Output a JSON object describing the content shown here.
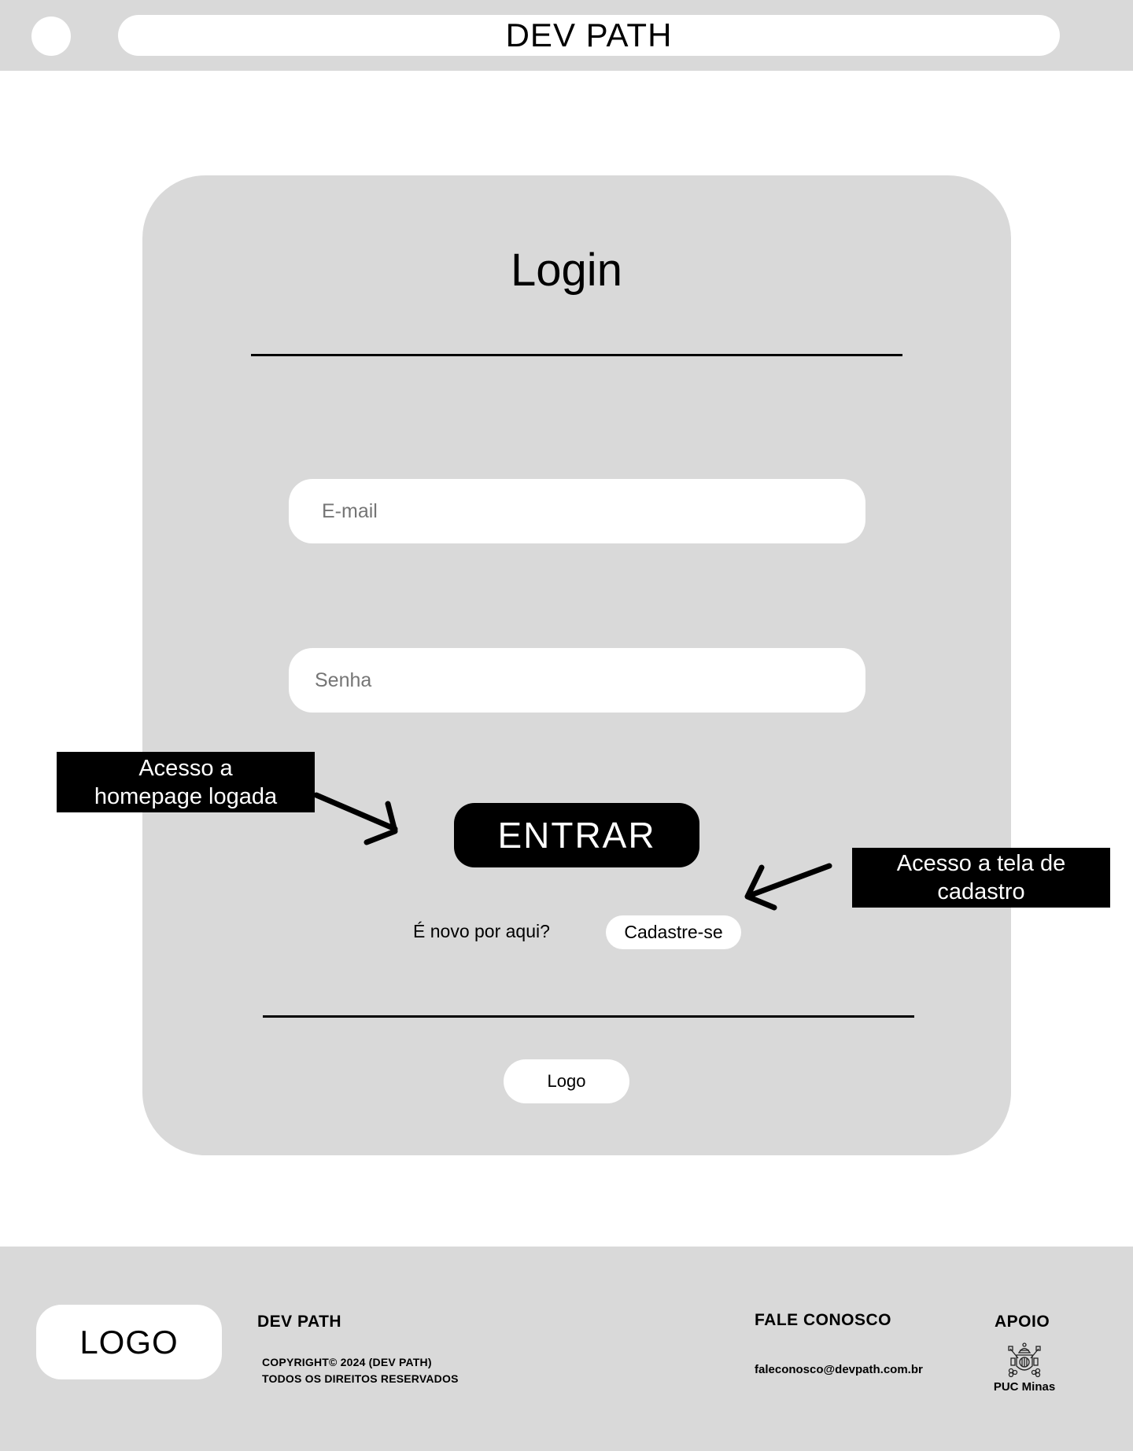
{
  "header": {
    "title": "DEV PATH"
  },
  "login": {
    "title": "Login",
    "email_placeholder": "E-mail",
    "password_placeholder": "Senha",
    "submit_label": "ENTRAR",
    "new_here_text": "É novo por aqui?",
    "signup_label": "Cadastre-se",
    "logo_label": "Logo"
  },
  "annotations": {
    "left": {
      "line1": "Acesso a",
      "line2": "homepage logada"
    },
    "right": {
      "line1": "Acesso a tela de",
      "line2": "cadastro"
    }
  },
  "footer": {
    "logo_label": "LOGO",
    "brand_heading": "DEV PATH",
    "copyright_line1": "COPYRIGHT© 2024 (DEV PATH)",
    "copyright_line2": "TODOS OS DIREITOS RESERVADOS",
    "contact_heading": "FALE CONOSCO",
    "contact_email": "faleconosco@devpath.com.br",
    "support_heading": "APOIO",
    "support_org": "PUC Minas"
  },
  "colors": {
    "panel_gray": "#d9d9d9",
    "surface_white": "#ffffff",
    "primary_black": "#000000"
  }
}
